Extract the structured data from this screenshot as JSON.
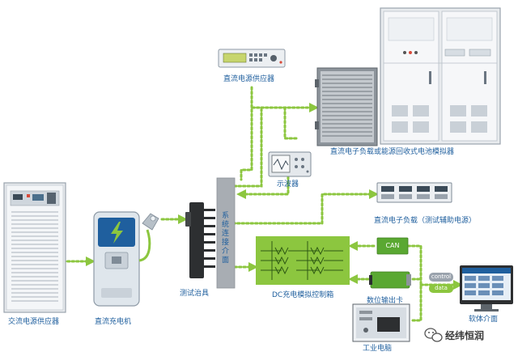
{
  "labels": {
    "dc_power_supply": "直流电源供应器",
    "dc_load_battery_sim": "直流电子负载或能源回收式电池模拟器",
    "oscilloscope": "示波器",
    "dc_load_aux": "直流电子负载（测试辅助电源）",
    "ac_power_supply": "交流电源供应器",
    "dc_charger": "直流充电机",
    "test_fixture": "测试治具",
    "system_connection_interface": "系统连接介面",
    "dc_charging_control_box": "DC充电模拟控制箱",
    "digital_output_card": "数位输出卡",
    "software_interface": "软体介面",
    "industrial_pc": "工业电脑"
  },
  "tags": {
    "can": "CAN",
    "control": "control",
    "data": "data"
  },
  "watermark": "经纬恒润",
  "icons": {
    "watermark": "wechat-icon",
    "charger": "lightning-bolt-icon"
  },
  "colors": {
    "label": "#1f5f9e",
    "connector": "#8cc63f",
    "control_box": "#8cc63f",
    "charger_body": "#dfe6ec",
    "interface_bar": "#a8adb3"
  }
}
